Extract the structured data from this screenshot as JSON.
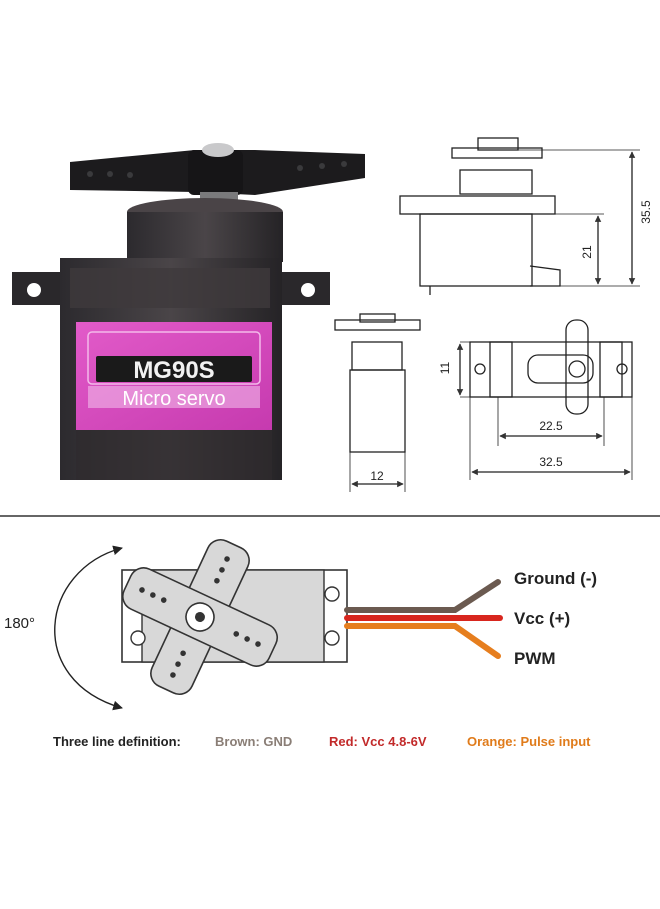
{
  "servo_label": {
    "model": "MG90S",
    "type": "Micro servo"
  },
  "dimensions": {
    "height_total": "35.5",
    "height_body": "21",
    "thickness": "11",
    "width_body": "12",
    "mount_inner": "22.5",
    "mount_outer": "32.5"
  },
  "rotation": {
    "angle": "180°"
  },
  "wires": [
    {
      "name": "Ground (-)",
      "color": "#6b5a50"
    },
    {
      "name": "Vcc (+)",
      "color": "#d8261e"
    },
    {
      "name": "PWM",
      "color": "#e67e1e"
    }
  ],
  "legend": {
    "title": "Three line definition:",
    "brown": "Brown: GND",
    "red": "Red: Vcc 4.8-6V",
    "orange": "Orange: Pulse input",
    "brown_color": "#8a7e76",
    "red_color": "#c22a2a",
    "orange_color": "#e07b1a"
  }
}
